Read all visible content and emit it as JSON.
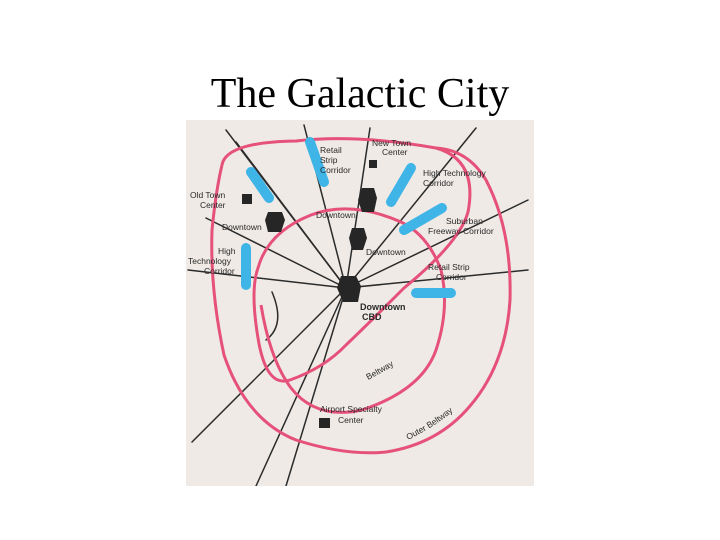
{
  "title": "The Galactic City",
  "colors": {
    "background": "#efeae6",
    "beltway": "#e6517a",
    "corridor": "#3fb4e6",
    "road": "#2b2b2b",
    "center": "#262626"
  },
  "labels": {
    "retail_strip_nw": [
      "Retail",
      "Strip",
      "Corridor"
    ],
    "new_town_center": [
      "New Town",
      "Center"
    ],
    "high_tech_ne": [
      "High Technology",
      "Corridor"
    ],
    "old_town_center": [
      "Old Town",
      "Center"
    ],
    "downtown_north": "Downtown",
    "downtown_west": "Downtown",
    "suburban_freeway": [
      "Suburban",
      "Freeway Corridor"
    ],
    "high_tech_w": [
      "High",
      "Technology",
      "Corridor"
    ],
    "downtown_center": "Downtown",
    "retail_strip_e": [
      "Retail Strip",
      "Corridor"
    ],
    "downtown_cbd": [
      "Downtown",
      "CBD"
    ],
    "beltway": "Beltway",
    "airport": [
      "Airport Specialty",
      "Center"
    ],
    "outer_beltway": "Outer Beltway"
  }
}
